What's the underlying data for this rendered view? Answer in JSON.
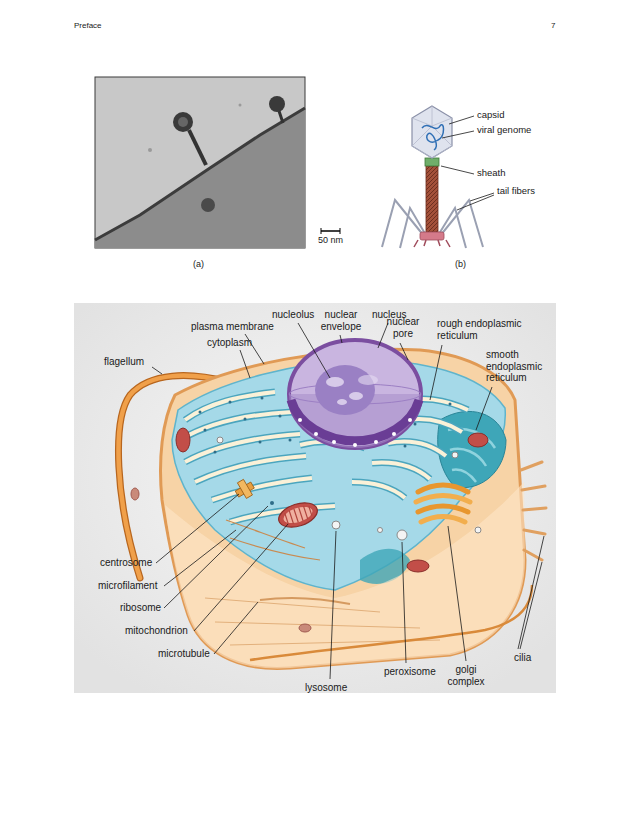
{
  "diagram": {
    "labels": [
      "Preface",
      "7",
      "50 nm",
      "(a)",
      "capsid",
      "viral genome",
      "sheath",
      "tail fibers",
      "(b)",
      "nucleolus",
      "nuclear envelope",
      "nucleus",
      "nuclear pore",
      "plasma membrane",
      "cytoplasm",
      "rough endoplasmic reticulum",
      "smooth endoplasmic reticulum",
      "flagellum",
      "centrosome",
      "microfilament",
      "ribosome",
      "mitochondrion",
      "microtubule",
      "lysosome",
      "peroxisome",
      "golgi complex",
      "cilia"
    ]
  }
}
